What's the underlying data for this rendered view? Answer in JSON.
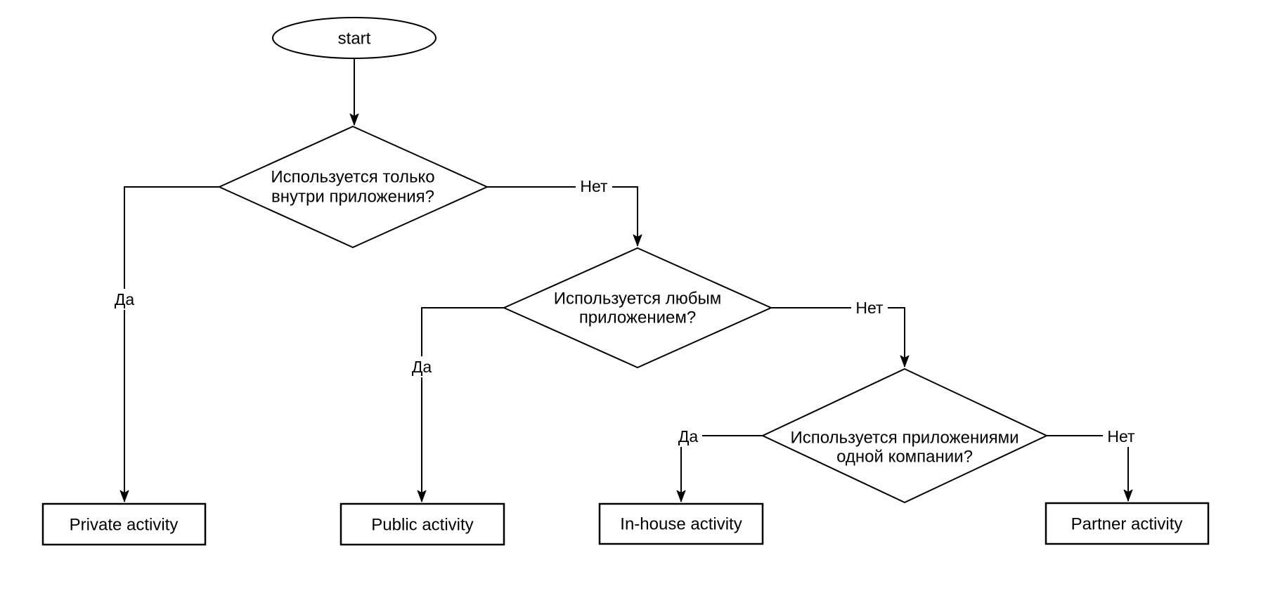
{
  "diagram": {
    "background_color": "#ffffff",
    "line_color": "#000000",
    "text_color": "#000000",
    "nodes": {
      "start": {
        "type": "terminator",
        "label": "start"
      },
      "decision1": {
        "type": "decision",
        "label": "Используется только внутри приложения?",
        "label_line1": "Используется только",
        "label_line2": "внутри приложения?"
      },
      "decision2": {
        "type": "decision",
        "label": "Используется любым приложением?",
        "label_line1": "Используется любым",
        "label_line2": "приложением?"
      },
      "decision3": {
        "type": "decision",
        "label": "Используется приложениями одной компании?",
        "label_line1": "Используется приложениями",
        "label_line2": "одной компании?"
      },
      "private_activity": {
        "type": "process",
        "label": "Private activity"
      },
      "public_activity": {
        "type": "process",
        "label": "Public activity"
      },
      "inhouse_activity": {
        "type": "process",
        "label": "In-house activity"
      },
      "partner_activity": {
        "type": "process",
        "label": "Partner activity"
      }
    },
    "edges": {
      "start_to_decision1": {
        "from": "start",
        "to": "decision1",
        "label": ""
      },
      "decision1_yes": {
        "from": "decision1",
        "to": "private_activity",
        "label": "Да"
      },
      "decision1_no": {
        "from": "decision1",
        "to": "decision2",
        "label": "Нет"
      },
      "decision2_yes": {
        "from": "decision2",
        "to": "public_activity",
        "label": "Да"
      },
      "decision2_no": {
        "from": "decision2",
        "to": "decision3",
        "label": "Нет"
      },
      "decision3_yes": {
        "from": "decision3",
        "to": "inhouse_activity",
        "label": "Да"
      },
      "decision3_no": {
        "from": "decision3",
        "to": "partner_activity",
        "label": "Нет"
      }
    }
  }
}
